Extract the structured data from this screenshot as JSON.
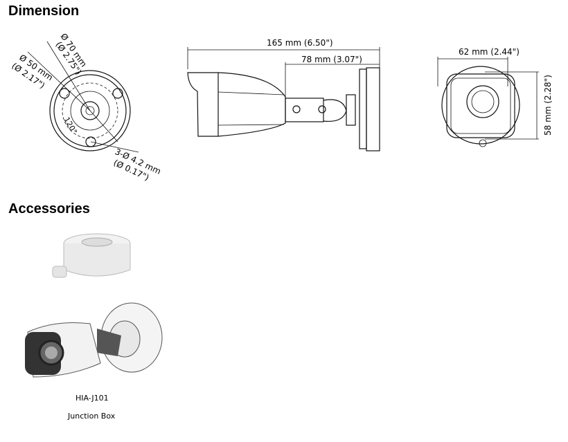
{
  "sections": {
    "dimension": "Dimension",
    "accessories": "Accessories"
  },
  "top_view": {
    "outer_dia": "Ø 70 mm",
    "outer_dia_in": "(Ø 2.75\")",
    "inner_dia": "Ø 50 mm",
    "inner_dia_in": "(Ø 2.17\")",
    "angle": "120°",
    "holes": "3-Ø 4.2 mm",
    "holes_in": "(Ø 0.17\")"
  },
  "side_view": {
    "length": "165 mm (6.50\")",
    "bracket": "78 mm  (3.07\")"
  },
  "front_view": {
    "width": "62 mm (2.44\")",
    "height": "58 mm (2.28\")"
  },
  "accessory": {
    "model": "HIA-J101",
    "name": "Junction Box"
  }
}
